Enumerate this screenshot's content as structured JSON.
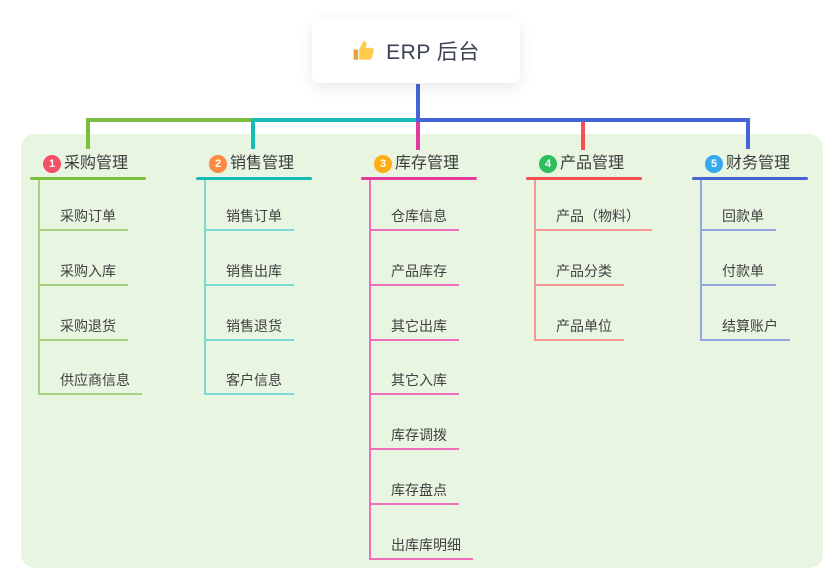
{
  "root": {
    "title": "ERP 后台",
    "icon": "thumbs-up-icon"
  },
  "canvas": {
    "background": "#ffffff",
    "board_background": "#E8F5E1",
    "stem_color": "#4463D4",
    "root_text_color": "#3A4254"
  },
  "branches": [
    {
      "badge": "1",
      "badge_color": "#F3506A",
      "line_color": "#7DBE3F",
      "child_line_color": "#A6D083",
      "title": "采购管理",
      "children": [
        "采购订单",
        "采购入库",
        "采购退货",
        "供应商信息"
      ]
    },
    {
      "badge": "2",
      "badge_color": "#FC8A44",
      "line_color": "#16BDB6",
      "child_line_color": "#7ED9D1",
      "title": "销售管理",
      "children": [
        "销售订单",
        "销售出库",
        "销售退货",
        "客户信息"
      ]
    },
    {
      "badge": "3",
      "badge_color": "#FFAD15",
      "line_color": "#E23A9D",
      "child_line_color": "#F06EBB",
      "title": "库存管理",
      "children": [
        "仓库信息",
        "产品库存",
        "其它出库",
        "其它入库",
        "库存调拨",
        "库存盘点",
        "出库库明细"
      ]
    },
    {
      "badge": "4",
      "badge_color": "#2DBE5E",
      "line_color": "#F55050",
      "child_line_color": "#F89792",
      "title": "产品管理",
      "children": [
        "产品（物料）",
        "产品分类",
        "产品单位"
      ]
    },
    {
      "badge": "5",
      "badge_color": "#35A8F0",
      "line_color": "#4463D4",
      "child_line_color": "#93A6DD",
      "title": "财务管理",
      "children": [
        "回款单",
        "付款单",
        "结算账户"
      ]
    }
  ]
}
